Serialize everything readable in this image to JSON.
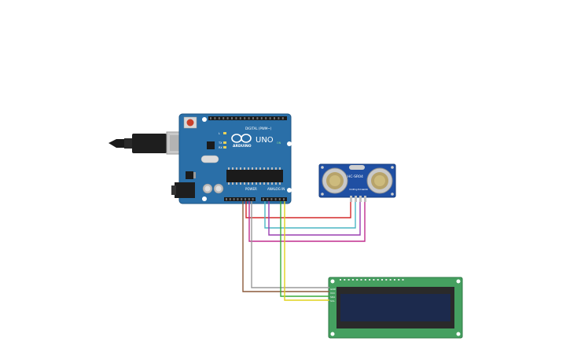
{
  "board": {
    "logo_text": "ARDUINO",
    "model_text": "UNO",
    "on_label": "ON",
    "digital_header_label": "DIGITAL (PWM~)",
    "power_header_label": "POWER",
    "analog_header_label": "ANALOG IN",
    "tx_label": "TX",
    "rx_label": "RX",
    "l_label": "L"
  },
  "sensor": {
    "model_text": "HC-SR04",
    "pin_labels": [
      "VCC",
      "Trig",
      "Echo",
      "GND"
    ]
  },
  "lcd": {
    "pin_labels": [
      "GND",
      "VCC",
      "SDA",
      "SCL"
    ]
  },
  "colors": {
    "board_blue": "#2a6fa8",
    "lcd_green": "#45a060",
    "lcd_screen": "#1c2a4d",
    "wire_red": "#d42a2a",
    "wire_teal": "#4ab6c4",
    "wire_purple": "#9a3fb0",
    "wire_magenta": "#c02f8e",
    "wire_brown": "#8c5a3a",
    "wire_gray": "#9a9a9a",
    "wire_green": "#3aaa3a",
    "wire_yellow": "#e1d21c"
  }
}
